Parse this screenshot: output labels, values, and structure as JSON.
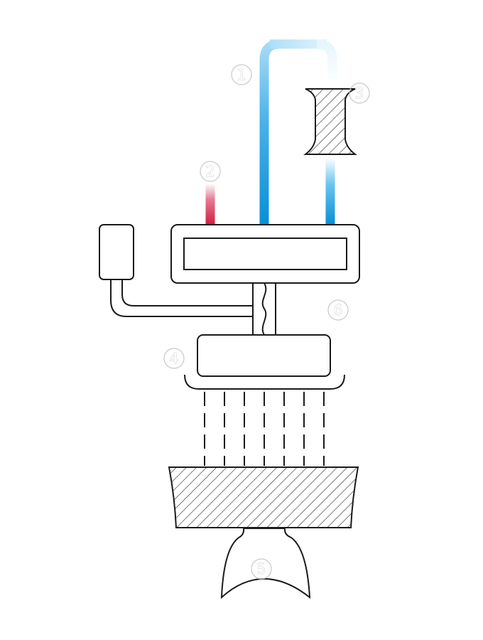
{
  "diagram": {
    "labels": {
      "pipe_loop": "1",
      "hot_pipe": "2",
      "i_beam": "3",
      "coupling": "6",
      "plate": "4",
      "base_block": "5"
    },
    "colors": {
      "line": "#1a1a1a",
      "cold": "#0a8fd6",
      "cold_light": "#bfe6fa",
      "hot": "#d21f43",
      "hot_light": "#f4c3cf",
      "hatch": "#333333",
      "label_outline": "#c9c9c9"
    },
    "icons": {
      "i_beam": "i-beam-cross-section",
      "base_block": "hatched-block"
    }
  }
}
